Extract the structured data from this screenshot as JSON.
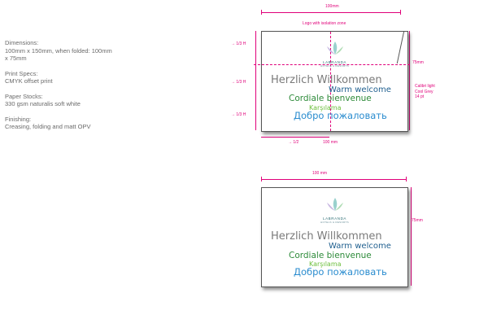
{
  "specs": {
    "dimensions": [
      "Dimensions:",
      "100mm x 150mm, when folded: 100mm",
      "x 75mm"
    ],
    "print": [
      "Print Specs:",
      "CMYK offset print"
    ],
    "paper": [
      "Paper Stocks:",
      "330 gsm naturalis soft white"
    ],
    "finishing": [
      "Finishing:",
      "Creasing, folding and matt OPV"
    ]
  },
  "dims": {
    "width_top": "100mm",
    "logo_zone": "Logo with isolation zone",
    "third1": "→ 1/3 H",
    "third2": "→ 1/3 H",
    "third3": "→ 1/3 H",
    "height_right": "75mm",
    "font_note": [
      "Calibri light",
      "Cool Grey",
      "14 pt"
    ],
    "half": "→ 1/2",
    "width_bottom": "100 mm",
    "width_second": "100 mm",
    "height_second": "75mm"
  },
  "card": {
    "logo_word": "LABRANDA",
    "logo_sub": "HOTELS & RESORTS",
    "greetings": {
      "de": "Herzlich Willkommen",
      "en": "Warm welcome",
      "fr": "Cordiale bienvenue",
      "tr": "Karşılama",
      "ru": "Добро пожаловать"
    }
  },
  "colors": {
    "accent": "#e0007a"
  }
}
